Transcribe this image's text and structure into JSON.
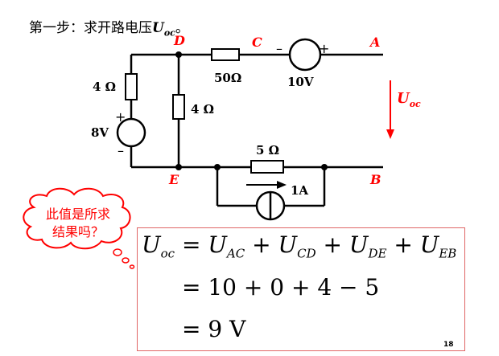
{
  "title": {
    "prefix": "第一步：求开路电压",
    "var": "U",
    "sub": "oc",
    "suffix": "。"
  },
  "circuit": {
    "nodes": {
      "d": "D",
      "c": "C",
      "a": "A",
      "e": "E",
      "b": "B"
    },
    "r_left": "4 Ω",
    "r_mid": "4 Ω",
    "r_top": "50Ω",
    "r_bottom": "5 Ω",
    "v_top": "10V",
    "v_left": "8V",
    "i_source": "1A",
    "uoc_var": "U",
    "uoc_sub": "oc",
    "plus": "+",
    "minus": "–"
  },
  "bubble": {
    "line1": "此值是所求",
    "line2": "结果吗？"
  },
  "formula": {
    "row1": {
      "lhs_var": "U",
      "lhs_sub": "oc",
      "eq": " = ",
      "t1": "U",
      "s1": "AC",
      "p1": " + ",
      "t2": "U",
      "s2": "CD",
      "p2": " + ",
      "t3": "U",
      "s3": "DE",
      "p3": " + ",
      "t4": "U",
      "s4": "EB"
    },
    "row2": "= 10 + 0 + 4 − 5",
    "row3": "= 9 V"
  },
  "page_number": "18",
  "colors": {
    "red": "#ff0000",
    "black": "#000000",
    "box_border": "#e06666"
  }
}
